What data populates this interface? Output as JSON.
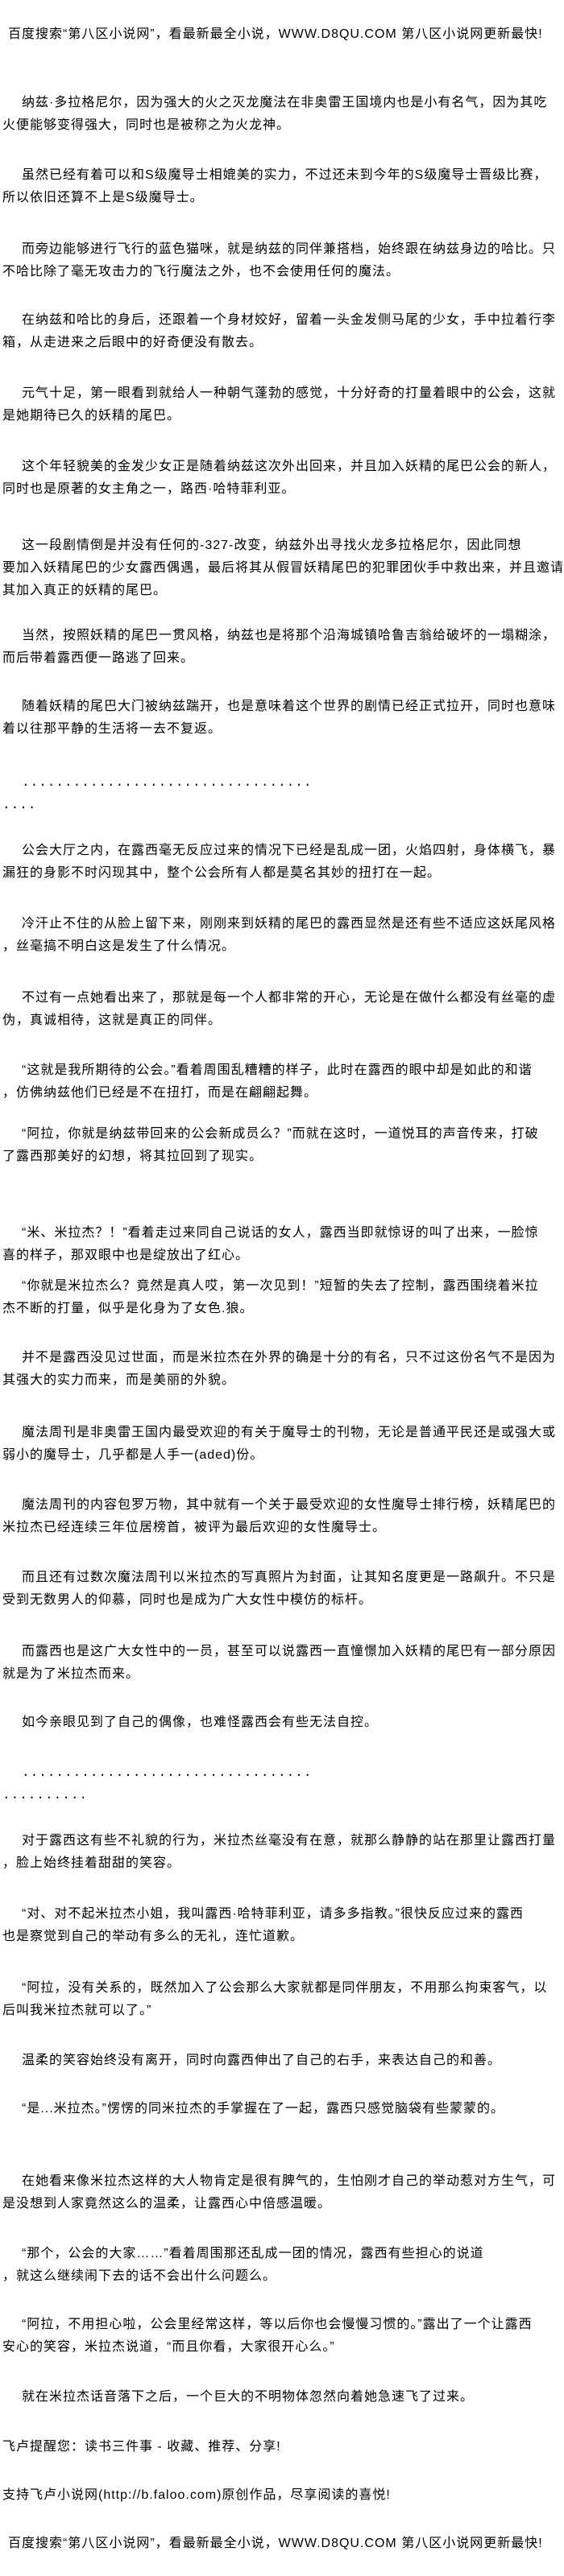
{
  "header_banner": "百度搜索“第八区小说网”，看最新最全小说，WWW.D8QU.COM  第八区小说网更新最快!",
  "paragraphs": [
    "纳兹·多拉格尼尔，因为强大的火之灭龙魔法在非奥雷王国境内也是小有名气，因为其吃\n火便能够变得强大，同时也是被称之为火龙神。",
    "虽然已经有着可以和S级魔导士相媲美的实力，不过还未到今年的S级魔导士晋级比赛，\n所以依旧还算不上是S级魔导士。",
    "而旁边能够进行飞行的蓝色猫咪，就是纳兹的同伴兼搭档，始终跟在纳兹身边的哈比。只\n不哈比除了毫无攻击力的飞行魔法之外，也不会使用任何的魔法。",
    "在纳兹和哈比的身后，还跟着一个身材姣好，留着一头金发侧马尾的少女，手中拉着行李\n箱，从走进来之后眼中的好奇便没有散去。",
    "元气十足，第一眼看到就给人一种朝气蓬勃的感觉，十分好奇的打量着眼中的公会，这就\n是她期待已久的妖精的尾巴。",
    "这个年轻貌美的金发少女正是随着纳兹这次外出回来，并且加入妖精的尾巴公会的新人，\n同时也是原著的女主角之一，路西·哈特菲利亚。",
    "这一段剧情倒是并没有任何的-327-改变，纳兹外出寻找火龙多拉格尼尔，因此同想\n要加入妖精尾巴的少女露西偶遇，最后将其从假冒妖精尾巴的犯罪团伙手中救出来，并且邀请\n其加入真正的妖精的尾巴。",
    "当然，按照妖精的尾巴一贯风格，纳兹也是将那个沿海城镇哈鲁吉翁给破坏的一塌糊涂，\n而后带着露西便一路逃了回来。",
    "随着妖精的尾巴大门被纳兹踹开，也是意味着这个世界的剧情已经正式拉开，同时也意味\n着以往那平静的生活将一去不复返。",
    "..................................\n....",
    "公会大厅之内，在露西毫无反应过来的情况下已经是乱成一团，火焰四射，身体横飞，暴\n漏狂的身影不时闪现其中，整个公会所有人都是莫名其妙的扭打在一起。",
    "冷汗止不住的从脸上留下来，刚刚来到妖精的尾巴的露西显然是还有些不适应这妖尾风格\n，丝毫搞不明白这是发生了什么情况。",
    "不过有一点她看出来了，那就是每一个人都非常的开心，无论是在做什么都没有丝毫的虚\n伪，真诚相待，这就是真正的同伴。",
    "“这就是我所期待的公会。”看着周围乱糟糟的样子，此时在露西的眼中却是如此的和谐\n，仿佛纳兹他们已经是不在扭打，而是在翩翩起舞。",
    "“阿拉，你就是纳兹带回来的公会新成员么？”而就在这时，一道悦耳的声音传来，打破\n了露西那美好的幻想，将其拉回到了现实。",
    "“米、米拉杰？！”看着走过来同自己说话的女人，露西当即就惊讶的叫了出来，一脸惊\n喜的样子，那双眼中也是绽放出了红心。",
    "“你就是米拉杰么？竟然是真人哎，第一次见到！”短暂的失去了控制，露西围绕着米拉\n杰不断的打量，似乎是化身为了女色.狼。",
    "并不是露西没见过世面，而是米拉杰在外界的确是十分的有名，只不过这份名气不是因为\n其强大的实力而来，而是美丽的外貌。",
    "魔法周刊是非奥雷王国内最受欢迎的有关于魔导士的刊物，无论是普通平民还是或强大或\n弱小的魔导士，几乎都是人手一(aded)份。",
    "魔法周刊的内容包罗万物，其中就有一个关于最受欢迎的女性魔导士排行榜，妖精尾巴的\n米拉杰已经连续三年位居榜首，被评为最后欢迎的女性魔导士。",
    "而且还有过数次魔法周刊以米拉杰的写真照片为封面，让其知名度更是一路飙升。不只是\n受到无数男人的仰慕，同时也是成为广大女性中模仿的标杆。",
    "而露西也是这广大女性中的一员，甚至可以说露西一直憧憬加入妖精的尾巴有一部分原因\n就是为了米拉杰而来。",
    "如今亲眼见到了自己的偶像，也难怪露西会有些无法自控。",
    "..................................\n..........",
    "对于露西这有些不礼貌的行为，米拉杰丝毫没有在意，就那么静静的站在那里让露西打量\n，脸上始终挂着甜甜的笑容。",
    "“对、对不起米拉杰小姐，我叫露西·哈特菲利亚，请多多指教。”很快反应过来的露西\n也是察觉到自己的举动有多么的无礼，连忙道歉。",
    "“阿拉，没有关系的，既然加入了公会那么大家就都是同伴朋友，不用那么拘束客气，以\n后叫我米拉杰就可以了。”",
    "温柔的笑容始终没有离开，同时向露西伸出了自己的右手，来表达自己的和善。",
    "“是...米拉杰。”愣愣的同米拉杰的手掌握在了一起，露西只感觉脑袋有些蒙蒙的。",
    "在她看来像米拉杰这样的大人物肯定是很有脾气的，生怕刚才自己的举动惹对方生气，可\n是没想到人家竟然这么的温柔，让露西心中倍感温暖。",
    "“那个，公会的大家……”看着周围那还乱成一团的情况，露西有些担心的说道\n，就这么继续闹下去的话不会出什么问题么。",
    "“阿拉，不用担心啦，公会里经常这样，等以后你也会慢慢习惯的。”露出了一个让露西\n安心的笑容，米拉杰说道，“而且你看，大家很开心么。”",
    "就在米拉杰话音落下之后，一个巨大的不明物体忽然向着她急速飞了过来。"
  ],
  "footer": {
    "reminder": "飞卢提醒您：读书三件事 - 收藏、推荐、分享!",
    "support": "支持飞卢小说网(http://b.faloo.com)原创作品，尽享阅读的喜悦!",
    "banner": "百度搜索“第八区小说网”，看最新最全小说，WWW.D8QU.COM  第八区小说网更新最快!"
  }
}
